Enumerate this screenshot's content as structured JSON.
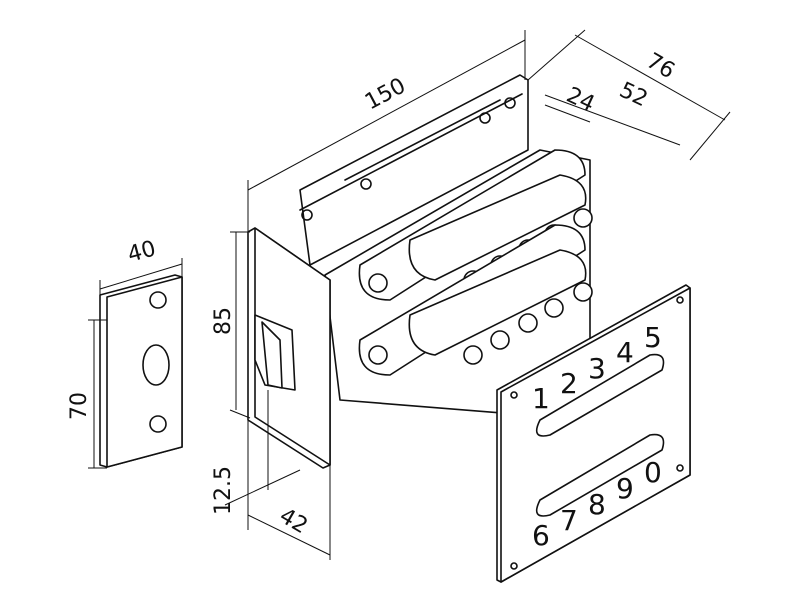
{
  "drawing": {
    "dimensions": {
      "body_length": "150",
      "total_depth": "76",
      "mechanism_depth": "52",
      "plate_offset": "24",
      "strike_width": "40",
      "strike_height": "70",
      "faceplate_height": "85",
      "bolt_offset": "12.5",
      "faceplate_width": "42"
    },
    "keypad": {
      "top_row": [
        "1",
        "2",
        "3",
        "4",
        "5"
      ],
      "bottom_row": [
        "6",
        "7",
        "8",
        "9",
        "0"
      ]
    }
  }
}
